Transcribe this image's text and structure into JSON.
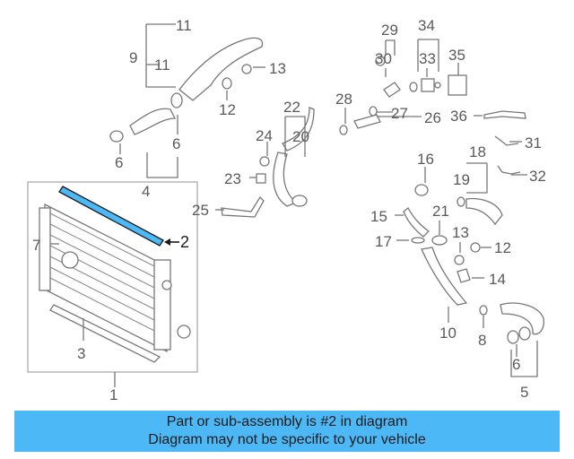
{
  "diagram": {
    "callouts": [
      "1",
      "2",
      "3",
      "4",
      "5",
      "6",
      "6",
      "6",
      "7",
      "8",
      "9",
      "10",
      "11",
      "11",
      "12",
      "12",
      "13",
      "13",
      "14",
      "15",
      "16",
      "17",
      "18",
      "19",
      "20",
      "21",
      "22",
      "23",
      "24",
      "25",
      "26",
      "27",
      "28",
      "29",
      "30",
      "31",
      "32",
      "33",
      "34",
      "35",
      "36"
    ],
    "highlighted_part": "2",
    "highlight_color": "#4cb8f5"
  },
  "caption": {
    "line1": "Part or sub-assembly is #2 in diagram",
    "line2": "Diagram may not be specific to your vehicle"
  }
}
